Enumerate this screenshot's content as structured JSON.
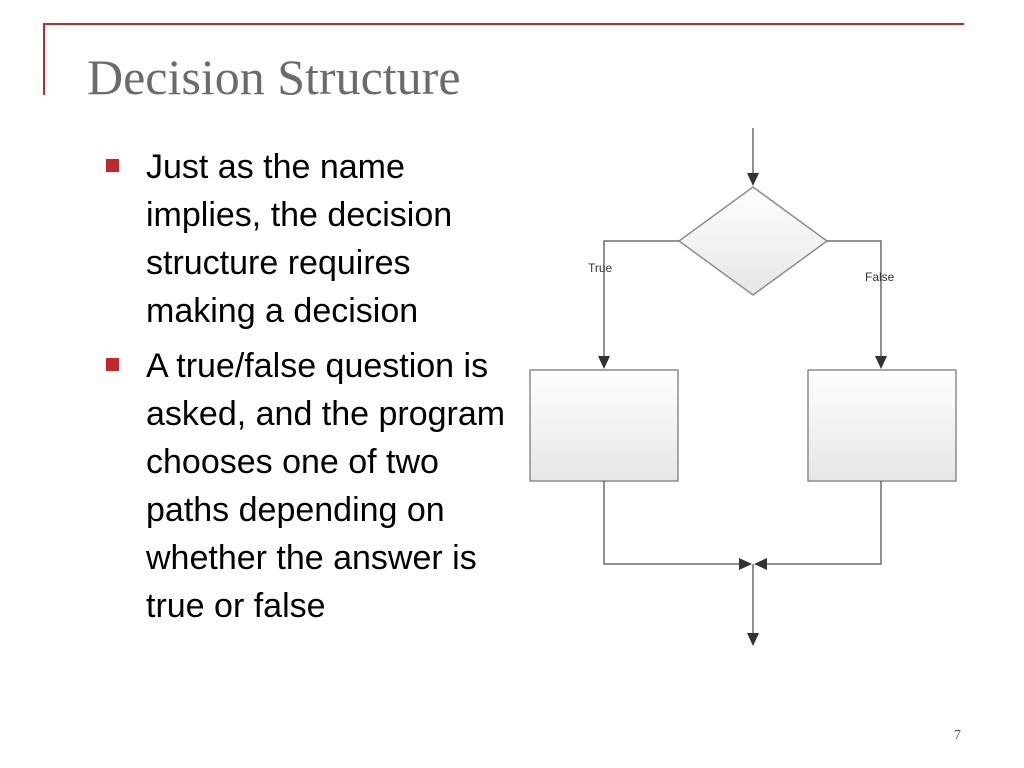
{
  "slide": {
    "title": "Decision Structure",
    "page_number": "7",
    "accent_color": "#c0282d"
  },
  "bullets": [
    {
      "text": "Just as the name implies, the decision structure requires making a decision"
    },
    {
      "text": "A true/false question is asked, and the program chooses one of two paths depending on whether the answer is true or false"
    }
  ],
  "flowchart": {
    "true_label": "True",
    "false_label": "False"
  }
}
